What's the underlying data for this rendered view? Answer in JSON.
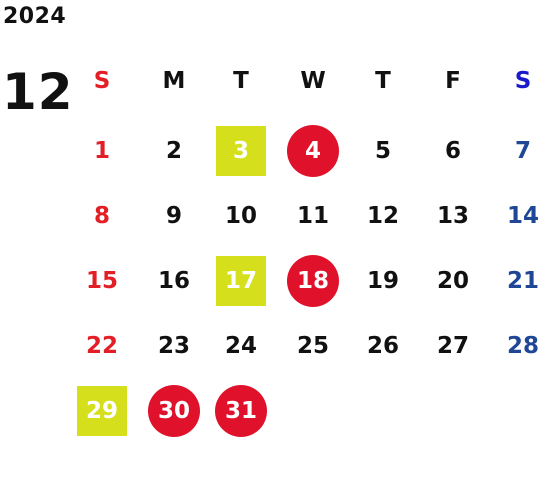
{
  "calendar": {
    "year": "2024",
    "month": "12",
    "weekdays": [
      {
        "label": "S",
        "color": "#e21e26"
      },
      {
        "label": "M",
        "color": "#111111"
      },
      {
        "label": "T",
        "color": "#111111"
      },
      {
        "label": "W",
        "color": "#111111"
      },
      {
        "label": "T",
        "color": "#111111"
      },
      {
        "label": "F",
        "color": "#111111"
      },
      {
        "label": "S",
        "color": "#1a1acc"
      }
    ],
    "first_weekday_index": 0,
    "colors": {
      "sunday": "#e21e26",
      "weekday": "#111111",
      "saturday": "#1f4796",
      "circle_marker": "#e0112b",
      "square_marker": "#d5df1c",
      "marker_text": "#ffffff"
    },
    "days": [
      {
        "day": "1"
      },
      {
        "day": "2"
      },
      {
        "day": "3",
        "marker": "square"
      },
      {
        "day": "4",
        "marker": "circle"
      },
      {
        "day": "5"
      },
      {
        "day": "6"
      },
      {
        "day": "7"
      },
      {
        "day": "8"
      },
      {
        "day": "9"
      },
      {
        "day": "10"
      },
      {
        "day": "11"
      },
      {
        "day": "12"
      },
      {
        "day": "13"
      },
      {
        "day": "14"
      },
      {
        "day": "15"
      },
      {
        "day": "16"
      },
      {
        "day": "17",
        "marker": "square"
      },
      {
        "day": "18",
        "marker": "circle"
      },
      {
        "day": "19"
      },
      {
        "day": "20"
      },
      {
        "day": "21"
      },
      {
        "day": "22"
      },
      {
        "day": "23"
      },
      {
        "day": "24"
      },
      {
        "day": "25"
      },
      {
        "day": "26"
      },
      {
        "day": "27"
      },
      {
        "day": "28"
      },
      {
        "day": "29",
        "marker": "square"
      },
      {
        "day": "30",
        "marker": "circle"
      },
      {
        "day": "31",
        "marker": "circle"
      }
    ]
  }
}
